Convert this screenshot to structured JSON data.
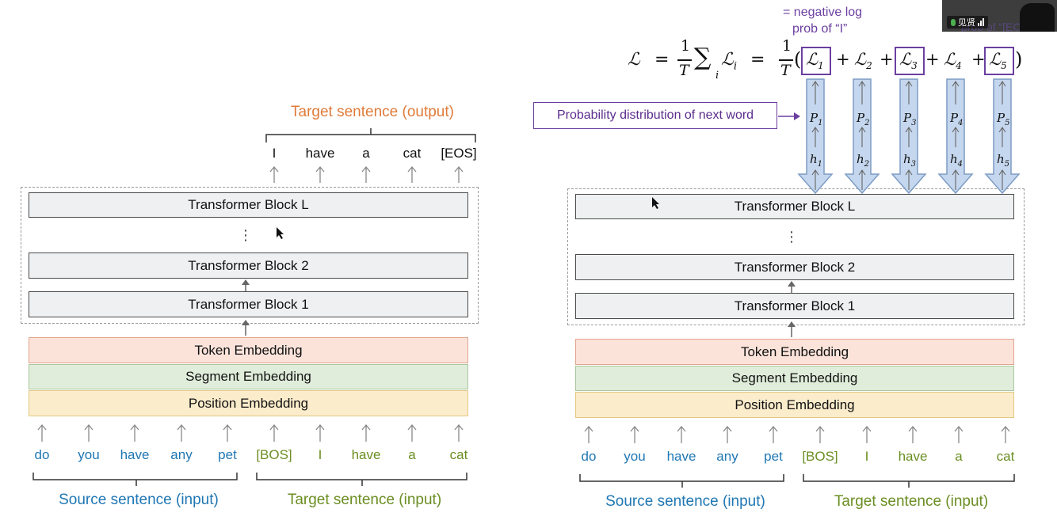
{
  "left": {
    "output_caption": "Target sentence (output)",
    "output_words": [
      "I",
      "have",
      "a",
      "cat",
      "[EOS]"
    ],
    "blocks": {
      "top": "Transformer Block L",
      "mid": "Transformer Block 2",
      "bottom": "Transformer Block 1",
      "ellipsis": "⋮"
    },
    "embeddings": {
      "token": "Token Embedding",
      "segment": "Segment Embedding",
      "position": "Position Embedding"
    },
    "source_words": [
      "do",
      "you",
      "have",
      "any",
      "pet"
    ],
    "target_words": [
      "[BOS]",
      "I",
      "have",
      "a",
      "cat"
    ],
    "source_caption": "Source sentence (input)",
    "target_caption": "Target sentence (input)"
  },
  "right": {
    "blocks": {
      "top": "Transformer Block L",
      "mid": "Transformer Block 2",
      "bottom": "Transformer Block 1",
      "ellipsis": "⋮"
    },
    "embeddings": {
      "token": "Token Embedding",
      "segment": "Segment Embedding",
      "position": "Position Embedding"
    },
    "source_words": [
      "do",
      "you",
      "have",
      "any",
      "pet"
    ],
    "target_words": [
      "[BOS]",
      "I",
      "have",
      "a",
      "cat"
    ],
    "source_caption": "Source sentence (input)",
    "target_caption": "Target sentence (input)",
    "prob_label": "Probability distribution of next word",
    "note_line1": "= negative log",
    "note_line2": "prob of “I”",
    "p_labels": [
      "P",
      "P",
      "P",
      "P",
      "P"
    ],
    "p_subs": [
      "1",
      "2",
      "3",
      "4",
      "5"
    ],
    "h_labels": [
      "h",
      "h",
      "h",
      "h",
      "h"
    ],
    "h_subs": [
      "1",
      "2",
      "3",
      "4",
      "5"
    ],
    "formula": {
      "loss": "ℒ",
      "eq": "=",
      "frac_num": "1",
      "frac_den": "T",
      "sum": "∑",
      "sum_sub": "i",
      "li": "ℒ",
      "li_sub": "i",
      "open": "(",
      "close": ")",
      "plus": "+",
      "terms": [
        "ℒ",
        "ℒ",
        "ℒ",
        "ℒ",
        "ℒ"
      ],
      "term_subs": [
        "1",
        "2",
        "3",
        "4",
        "5"
      ]
    }
  },
  "webcam": {
    "label": "见贤",
    "partial_text": "prob of “[EOS]”"
  },
  "colors": {
    "source": "#1f77b4",
    "target": "#6b8e23",
    "output": "#e07b39",
    "accent": "#6b3fa0"
  }
}
